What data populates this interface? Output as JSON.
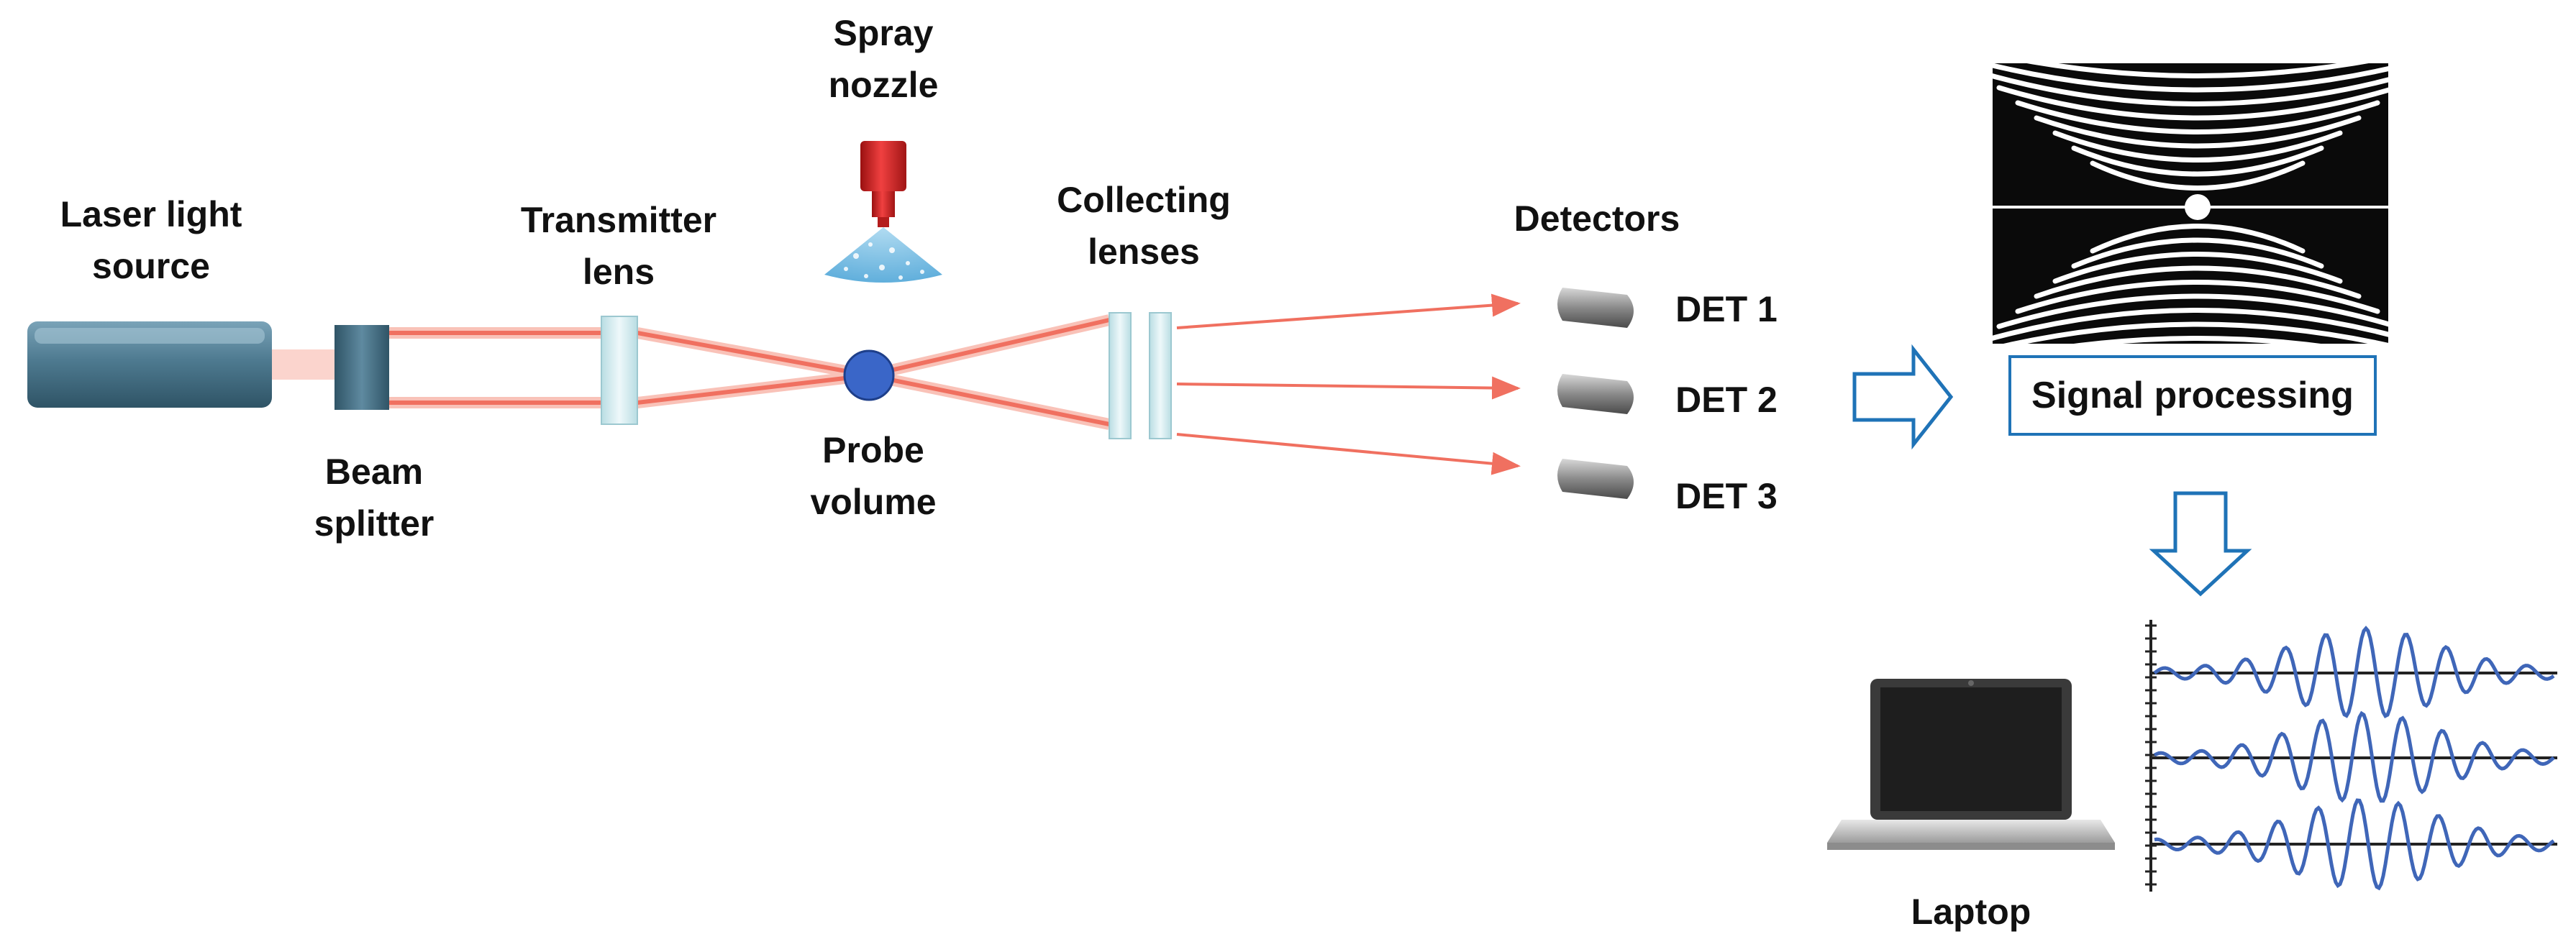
{
  "labels": {
    "laser": [
      "Laser light",
      "source"
    ],
    "beam_splitter": [
      "Beam",
      "splitter"
    ],
    "transmitter": [
      "Transmitter",
      "lens"
    ],
    "spray": [
      "Spray",
      "nozzle"
    ],
    "probe": [
      "Probe",
      "volume"
    ],
    "collecting": [
      "Collecting",
      "lenses"
    ],
    "detectors": "Detectors",
    "det1": "DET 1",
    "det2": "DET 2",
    "det3": "DET 3",
    "signal_processing": "Signal processing",
    "laptop": "Laptop"
  },
  "colors": {
    "beam": "#f07060",
    "beam_glow": "#f9c2b8",
    "arrow": "#1f73b7",
    "probe": "#3a66c8",
    "nozzle": "#e02828",
    "signal": "#3f66b8",
    "lens": "#d6eef2",
    "laser_body": "#4e7a90"
  }
}
